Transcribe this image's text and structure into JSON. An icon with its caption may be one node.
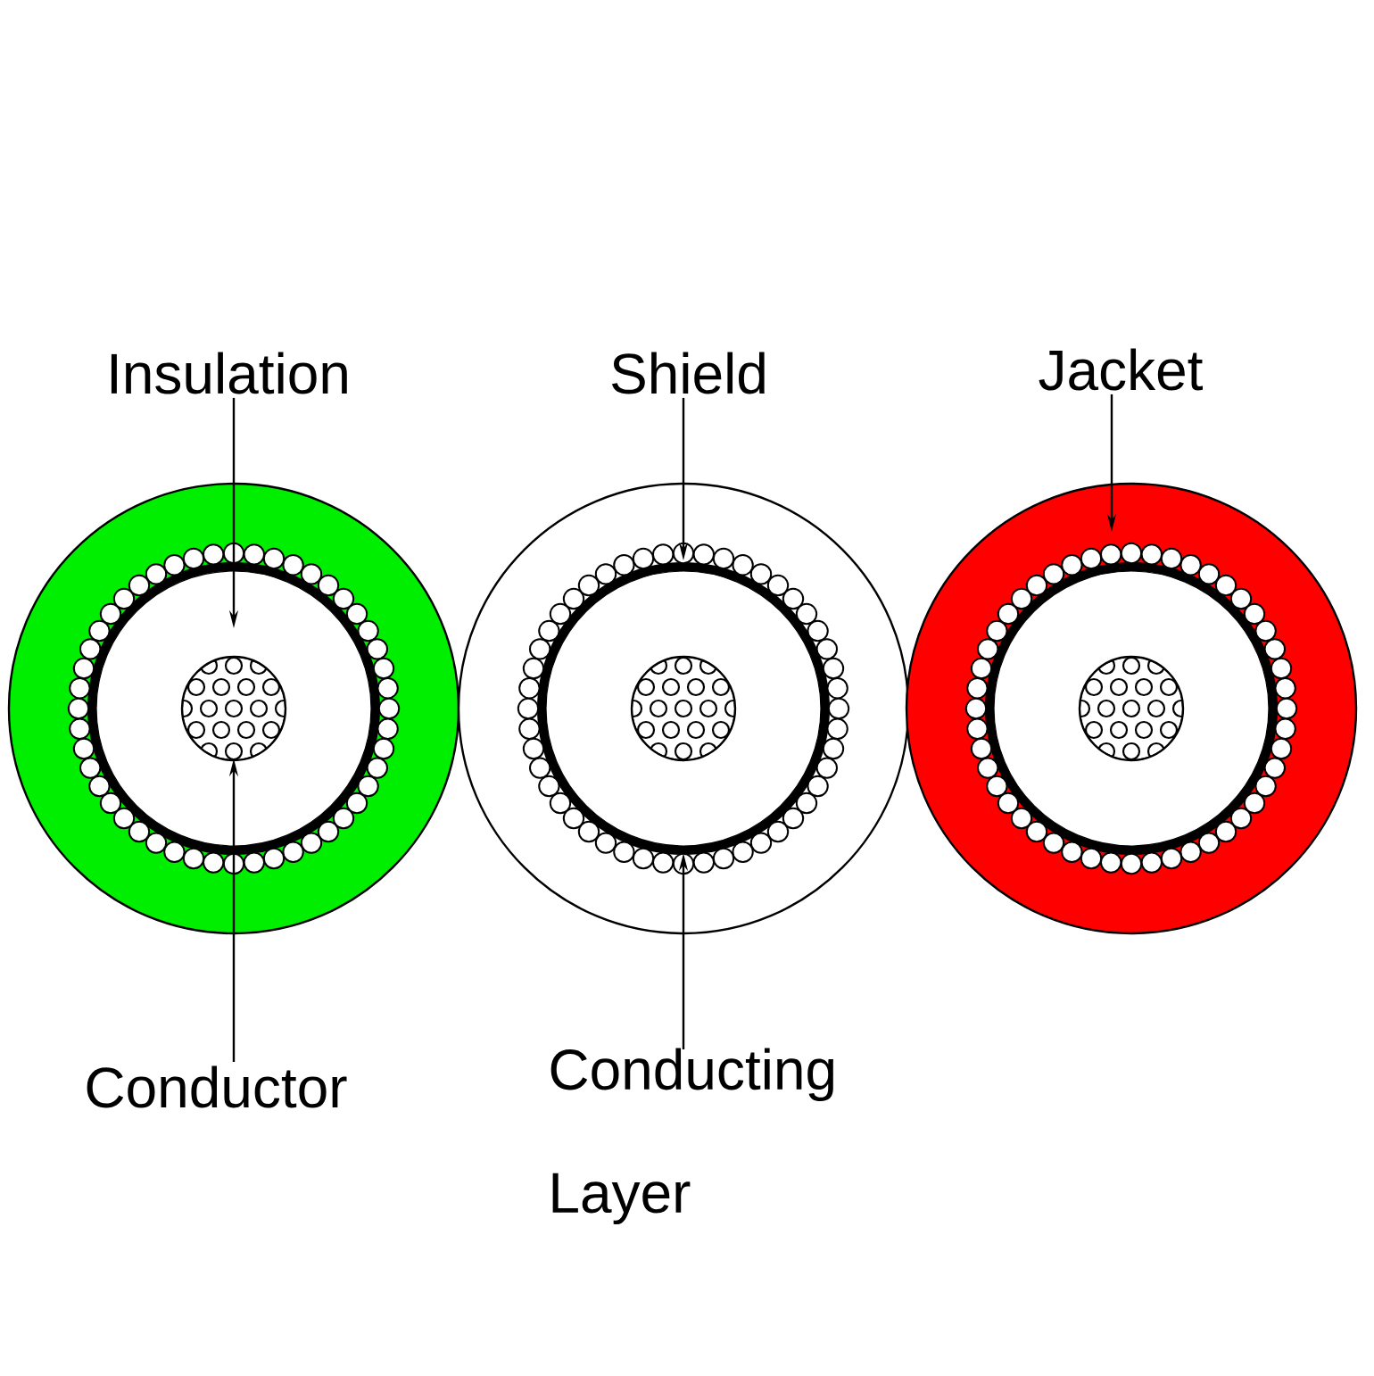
{
  "diagram": {
    "nodes": [
      {
        "text": [
          "Insulation"
        ]
      },
      {
        "text": [
          "Shield"
        ]
      },
      {
        "text": [
          "Jacket"
        ]
      },
      {
        "text": [
          "Conductor"
        ]
      },
      {
        "text": [
          "Conducting Layer"
        ]
      }
    ],
    "edges": [
      {
        "from": 0,
        "to": null,
        "arrow": "to"
      },
      {
        "from": 1,
        "to": null,
        "arrow": "to"
      },
      {
        "from": 2,
        "to": null,
        "arrow": "to"
      },
      {
        "from": 3,
        "to": null,
        "arrow": "to"
      },
      {
        "from": 4,
        "to": null,
        "arrow": "to"
      }
    ]
  }
}
